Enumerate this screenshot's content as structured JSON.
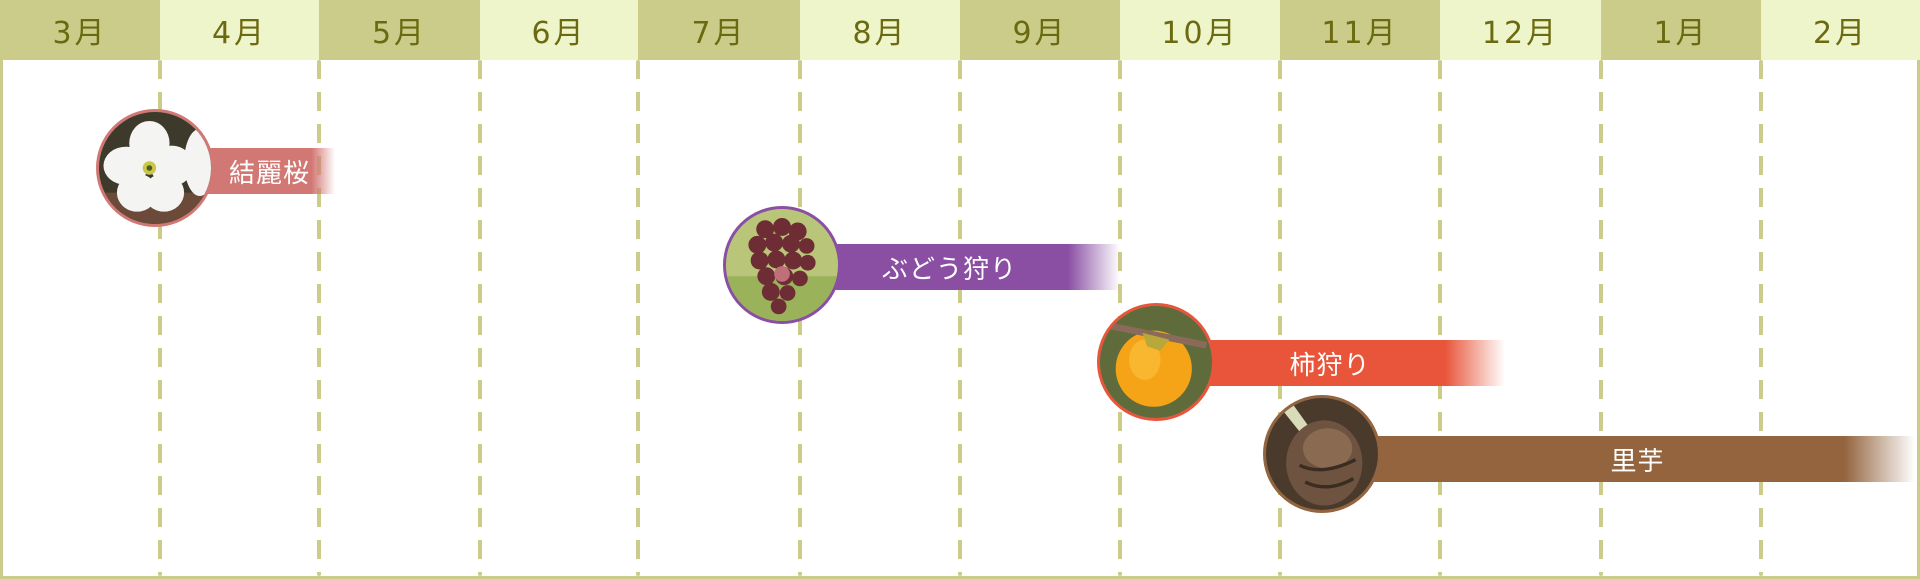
{
  "header": {
    "months": [
      "3月",
      "4月",
      "5月",
      "6月",
      "7月",
      "8月",
      "9月",
      "10月",
      "11月",
      "12月",
      "1月",
      "2月"
    ]
  },
  "events": [
    {
      "label": "結麗桜",
      "photo_icon": "cherry-blossom-photo",
      "color": "#d27874",
      "start_month": "3月",
      "end_month": "4月"
    },
    {
      "label": "ぶどう狩り",
      "photo_icon": "grapes-photo",
      "color": "#8a4ea3",
      "start_month": "7月",
      "end_month": "9月"
    },
    {
      "label": "柿狩り",
      "photo_icon": "persimmon-photo",
      "color": "#e8553a",
      "start_month": "9月",
      "end_month": "12月"
    },
    {
      "label": "里芋",
      "photo_icon": "taro-photo",
      "color": "#93643e",
      "start_month": "10月",
      "end_month": "2月"
    }
  ],
  "colors": {
    "header_dark": "#cbcc8a",
    "header_light": "#eef5ca",
    "header_text": "#6b6a10",
    "grid_line": "#cbcc8a"
  },
  "chart_data": {
    "type": "gantt",
    "title": "",
    "categories": [
      "3月",
      "4月",
      "5月",
      "6月",
      "7月",
      "8月",
      "9月",
      "10月",
      "11月",
      "12月",
      "1月",
      "2月"
    ],
    "series": [
      {
        "name": "結麗桜",
        "start": "3月 (mid)",
        "end": "4月 (end)",
        "start_index": 0.6,
        "end_index": 2.0,
        "color": "#d27874"
      },
      {
        "name": "ぶどう狩り",
        "start": "7月 (end)",
        "end": "9月 (end)",
        "start_index": 4.6,
        "end_index": 7.0,
        "color": "#8a4ea3"
      },
      {
        "name": "柿狩り",
        "start": "9月 (end)",
        "end": "12月 (mid)",
        "start_index": 6.9,
        "end_index": 9.4,
        "color": "#e8553a"
      },
      {
        "name": "里芋",
        "start": "10月 (end)",
        "end": "2月 (end)",
        "start_index": 7.9,
        "end_index": 12.0,
        "color": "#93643e"
      }
    ],
    "grid": true,
    "legend": "none"
  }
}
